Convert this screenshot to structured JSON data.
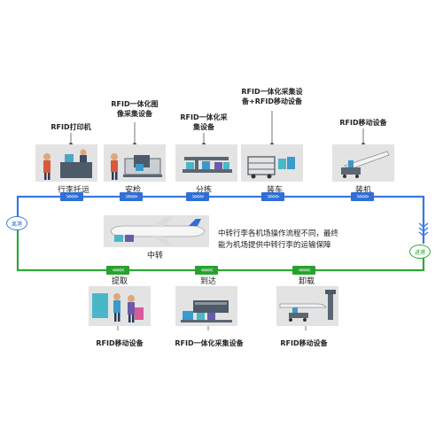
{
  "devices": {
    "printer": "RFID打印机",
    "acquisition_image_l1": "RFID一体化图",
    "acquisition_image_l2": "像采集设备",
    "acquisition_l1": "RFID一体化采",
    "acquisition_l2": "集设备",
    "acquisition_mobile_l1": "RFID一体化采集设",
    "acquisition_mobile_l2": "备+RFID移动设备",
    "mobile_top": "RFID移动设备",
    "mobile_bottom_left": "RFID移动设备",
    "acquisition_bottom": "RFID一体化采集设备",
    "mobile_bottom_right": "RFID移动设备"
  },
  "steps_top": {
    "checkin": "行李托运",
    "security": "安检",
    "sorting": "分拣",
    "loading": "装车",
    "boarding": "装机"
  },
  "steps_bottom": {
    "pickup": "提取",
    "arrive": "到达",
    "unload": "卸载"
  },
  "nodes": {
    "departure": "离港",
    "arrival": "进港"
  },
  "center": {
    "label": "中转",
    "desc_line1": "中转行李各机场操作流程不同，最终",
    "desc_line2": "能为机场提供中转行李的运输保障"
  },
  "colors": {
    "blue_flow": "#3a78e0",
    "green_flow": "#2fa836",
    "chevron_blue": "#2f6fd6",
    "chevron_green": "#27a22e",
    "panel_bg": "#e3e3e3"
  }
}
